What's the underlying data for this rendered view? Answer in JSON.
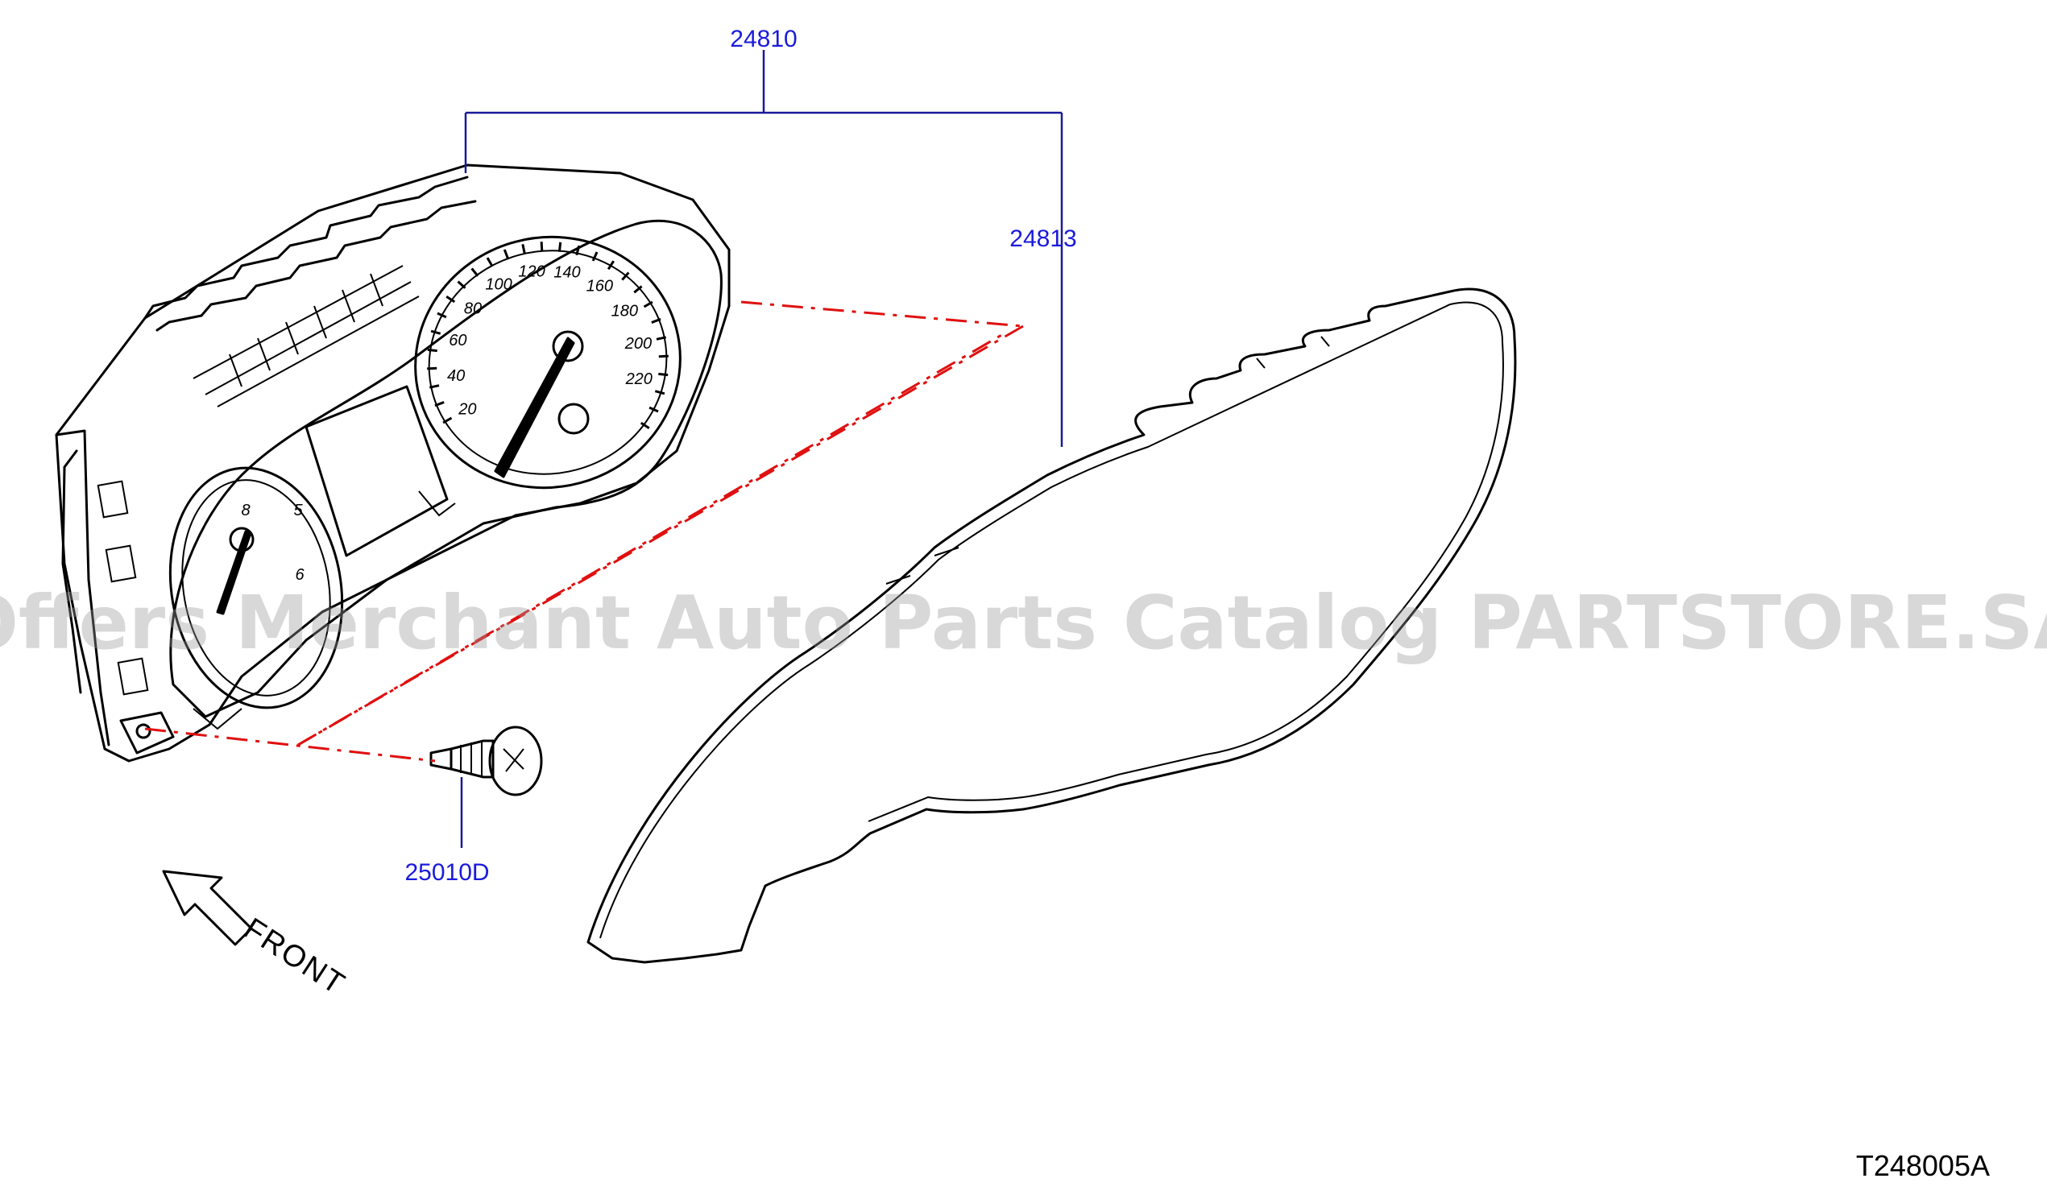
{
  "parts": [
    {
      "number": "24810"
    },
    {
      "number": "24813"
    },
    {
      "number": "25010D"
    }
  ],
  "direction_label": "FRONT",
  "diagram_code": "T248005A",
  "watermark": "Offers Merchant Auto Parts Catalog PARTSTORE.SA",
  "speedometer_marks": [
    "20",
    "40",
    "60",
    "80",
    "100",
    "120",
    "140",
    "160",
    "180",
    "200",
    "220"
  ],
  "tachometer_marks": [
    "8",
    "5",
    "6"
  ],
  "colors": {
    "part_label": "#1a1adc",
    "leader_line": "#1a1a9a",
    "assembly_line": "#e01010",
    "watermark": "#9a9a9a"
  }
}
